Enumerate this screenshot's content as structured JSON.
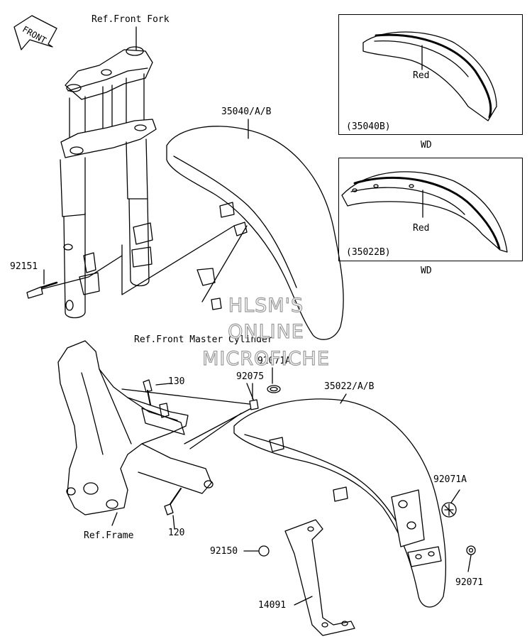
{
  "callouts": {
    "ref_front_fork": "Ref.Front Fork",
    "p35040": "35040/A/B",
    "p92151": "92151",
    "ref_front_master_cylinder": "Ref.Front Master Cylinder",
    "p92071a_top": "92071A",
    "p92075": "92075",
    "p35022": "35022/A/B",
    "p130": "130",
    "p92071a_right": "92071A",
    "p120": "120",
    "ref_frame": "Ref.Frame",
    "p92150": "92150",
    "p92071": "92071",
    "p14091": "14091"
  },
  "insets": [
    {
      "color_label": "Red",
      "code": "(35040B)",
      "caption": "WD"
    },
    {
      "color_label": "Red",
      "code": "(35022B)",
      "caption": "WD"
    }
  ],
  "front_badge": "FRONT",
  "watermark": {
    "line1": "HLSM'S",
    "line2": "ONLINE",
    "line3": "MICROFICHE"
  }
}
